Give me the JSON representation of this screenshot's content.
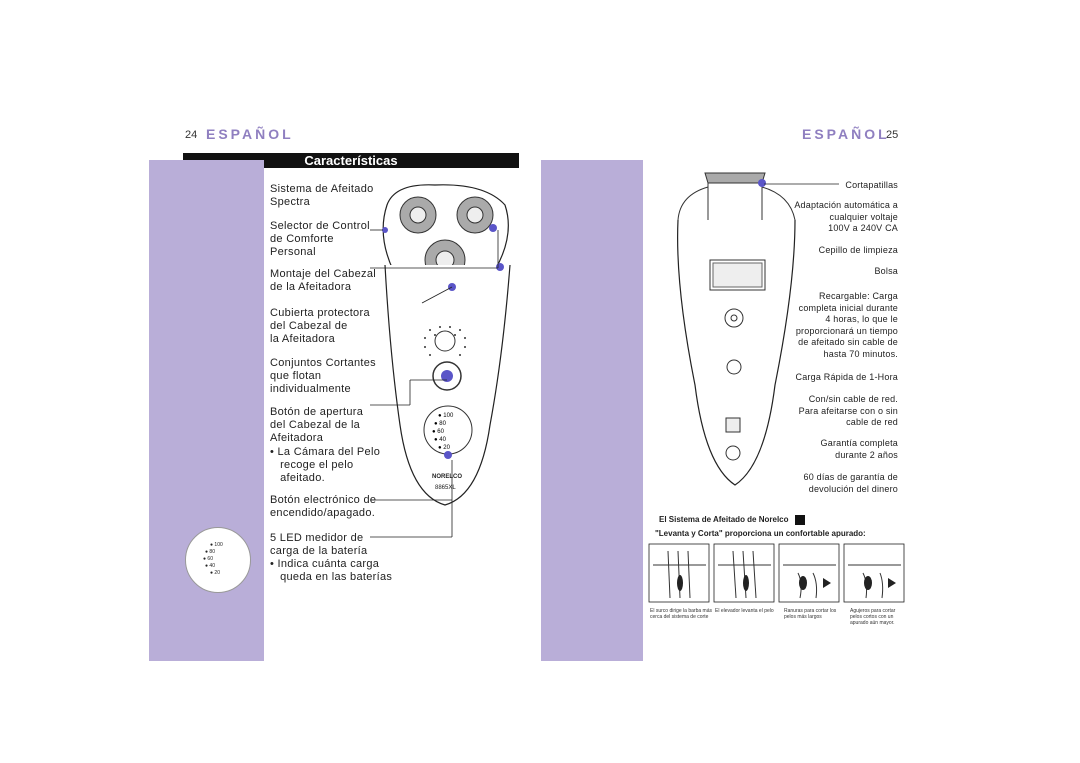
{
  "left_page": {
    "page_number": "24",
    "header": "ESPAÑOL",
    "section_title": "Características",
    "labels": [
      "Sistema de Afeitado\nSpectra",
      "Selector de Control\nde Comforte\nPersonal",
      "Montaje del Cabezal\nde la Afeitadora",
      "Cubierta protectora\ndel Cabezal de\nla Afeitadora",
      "Conjuntos Cortantes\nque flotan\nindividualmente",
      "Botón de apertura\ndel Cabezal de la\nAfeitadora",
      "• La Cámara del Pelo\n   recoge el pelo\n   afeitado.",
      "Botón electrónico de\nencendido/apagado.",
      "5 LED medidor de\ncarga de la batería\n• Indica cuánta carga\n   queda en las baterías"
    ],
    "led_levels": [
      "100",
      "80",
      "60",
      "40",
      "20"
    ],
    "brand_logo": "NORELCO",
    "model": "8865XL"
  },
  "right_page": {
    "page_number": "25",
    "header": "ESPAÑOL",
    "labels": [
      "Cortapatillas",
      "Adaptación automática a\ncualquier voltaje\n100V a 240V CA",
      "Cepillo de limpieza",
      "Bolsa",
      "Recargable: Carga\ncompleta inicial durante\n4 horas, lo que le\nproporcionará un tiempo\nde afeitado sin cable de\nhasta 70 minutos.",
      "Carga Rápida de 1-Hora",
      "Con/sin cable de red.\nPara afeitarse con o sin\ncable de red",
      "Garantía completa\ndurante 2 años",
      "60 días de garantía de\ndevolución del dinero"
    ],
    "system_title": "El Sistema de Afeitado de Norelco",
    "system_subtitle": "\"Levanta y Corta\" proporciona un confortable apurado:",
    "captions": [
      "El surco dirige la barba más cerca del sistema de corte",
      "El elevador levanta el pelo",
      "Ranuras para cortar los pelos más largos",
      "Agujeros para cortar pelos cortos con un apurado aún mayor."
    ]
  },
  "colors": {
    "band": "#b9aed8",
    "header": "#8f7fc0",
    "marker": "#5a55c8"
  }
}
